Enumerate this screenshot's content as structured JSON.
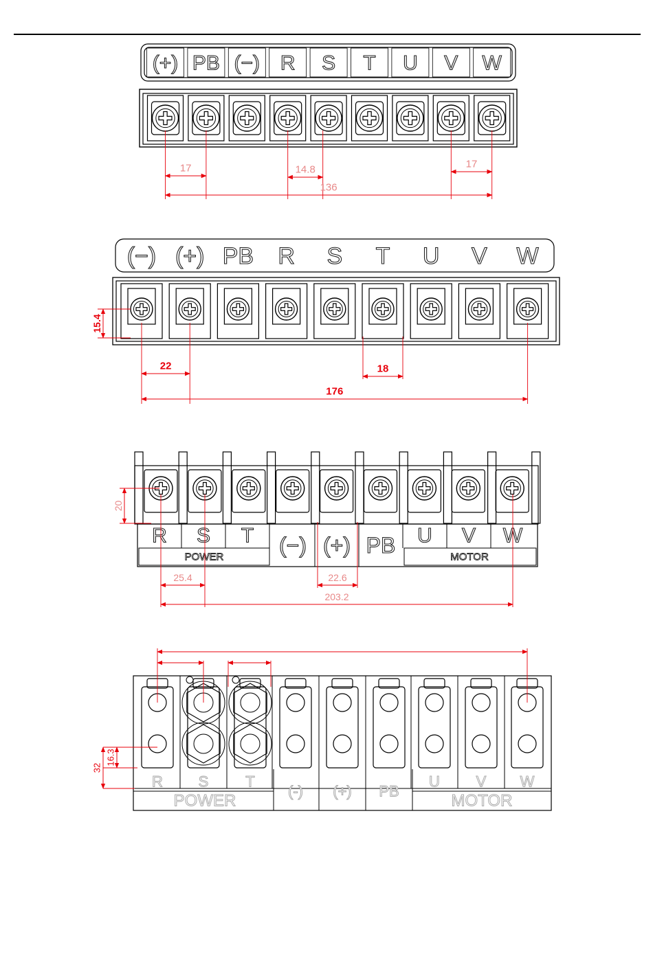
{
  "colors": {
    "line": "#000000",
    "dimension": "#e8000b",
    "dim_text_light": "#e88888",
    "label_outline": "#222222",
    "label_gray": "#aaaaaa"
  },
  "icons": {
    "terminal": "screw-terminal-icon",
    "hex": "hex-bolt-icon"
  },
  "diagrams": [
    {
      "id": "block-a",
      "labels": [
        "(+)",
        "PB",
        "(−)",
        "R",
        "S",
        "T",
        "U",
        "V",
        "W"
      ],
      "dimensions": [
        "17",
        "14.8",
        "17",
        "136"
      ]
    },
    {
      "id": "block-b",
      "labels": [
        "(−)",
        "(+)",
        "PB",
        "R",
        "S",
        "T",
        "U",
        "V",
        "W"
      ],
      "dimensions": [
        "15.4",
        "22",
        "18",
        "176"
      ]
    },
    {
      "id": "block-c",
      "labels": [
        "R",
        "S",
        "T",
        "(−)",
        "(+)",
        "PB",
        "U",
        "V",
        "W"
      ],
      "groups": [
        "POWER",
        "MOTOR"
      ],
      "dimensions": [
        "20",
        "25.4",
        "22.6",
        "203.2"
      ]
    },
    {
      "id": "block-d",
      "labels": [
        "R",
        "S",
        "T",
        "(-)",
        "(+)",
        "PB",
        "U",
        "V",
        "W"
      ],
      "groups": [
        "POWER",
        "MOTOR"
      ],
      "dimensions": [
        "32",
        "16.3"
      ]
    }
  ]
}
